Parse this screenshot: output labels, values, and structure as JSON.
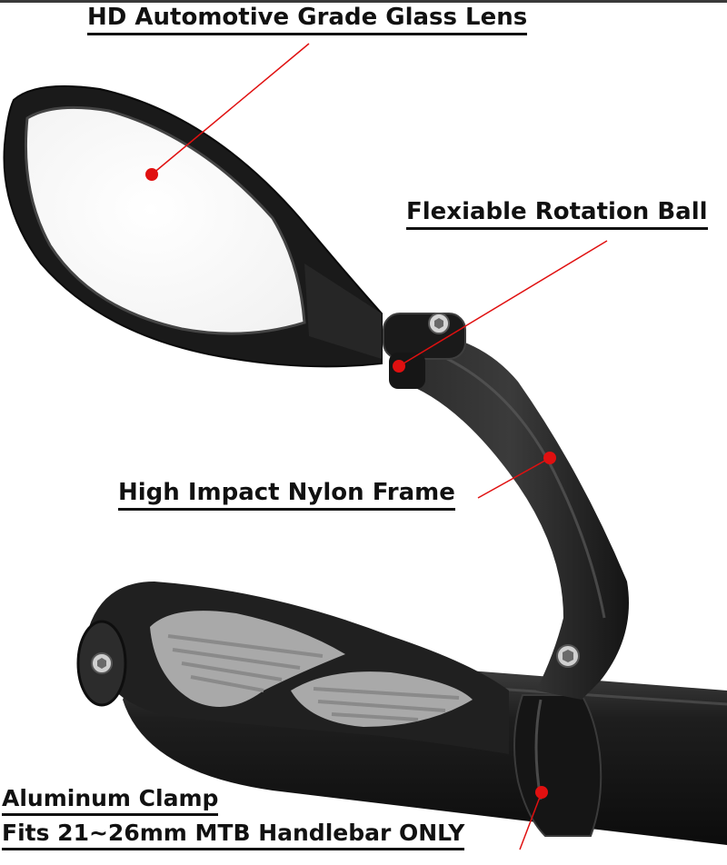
{
  "callouts": {
    "lens": "HD Automotive Grade Glass Lens",
    "ball": "Flexiable Rotation Ball",
    "frame": "High Impact Nylon Frame",
    "clamp": "Aluminum Clamp",
    "fits": "Fits 21~26mm MTB Handlebar ONLY"
  },
  "colors": {
    "marker": "#e01010",
    "body": "#1c1c1c",
    "grip_insert": "#a9a9a9",
    "text": "#111111"
  },
  "icons": [
    "hex-bolt-icon"
  ]
}
